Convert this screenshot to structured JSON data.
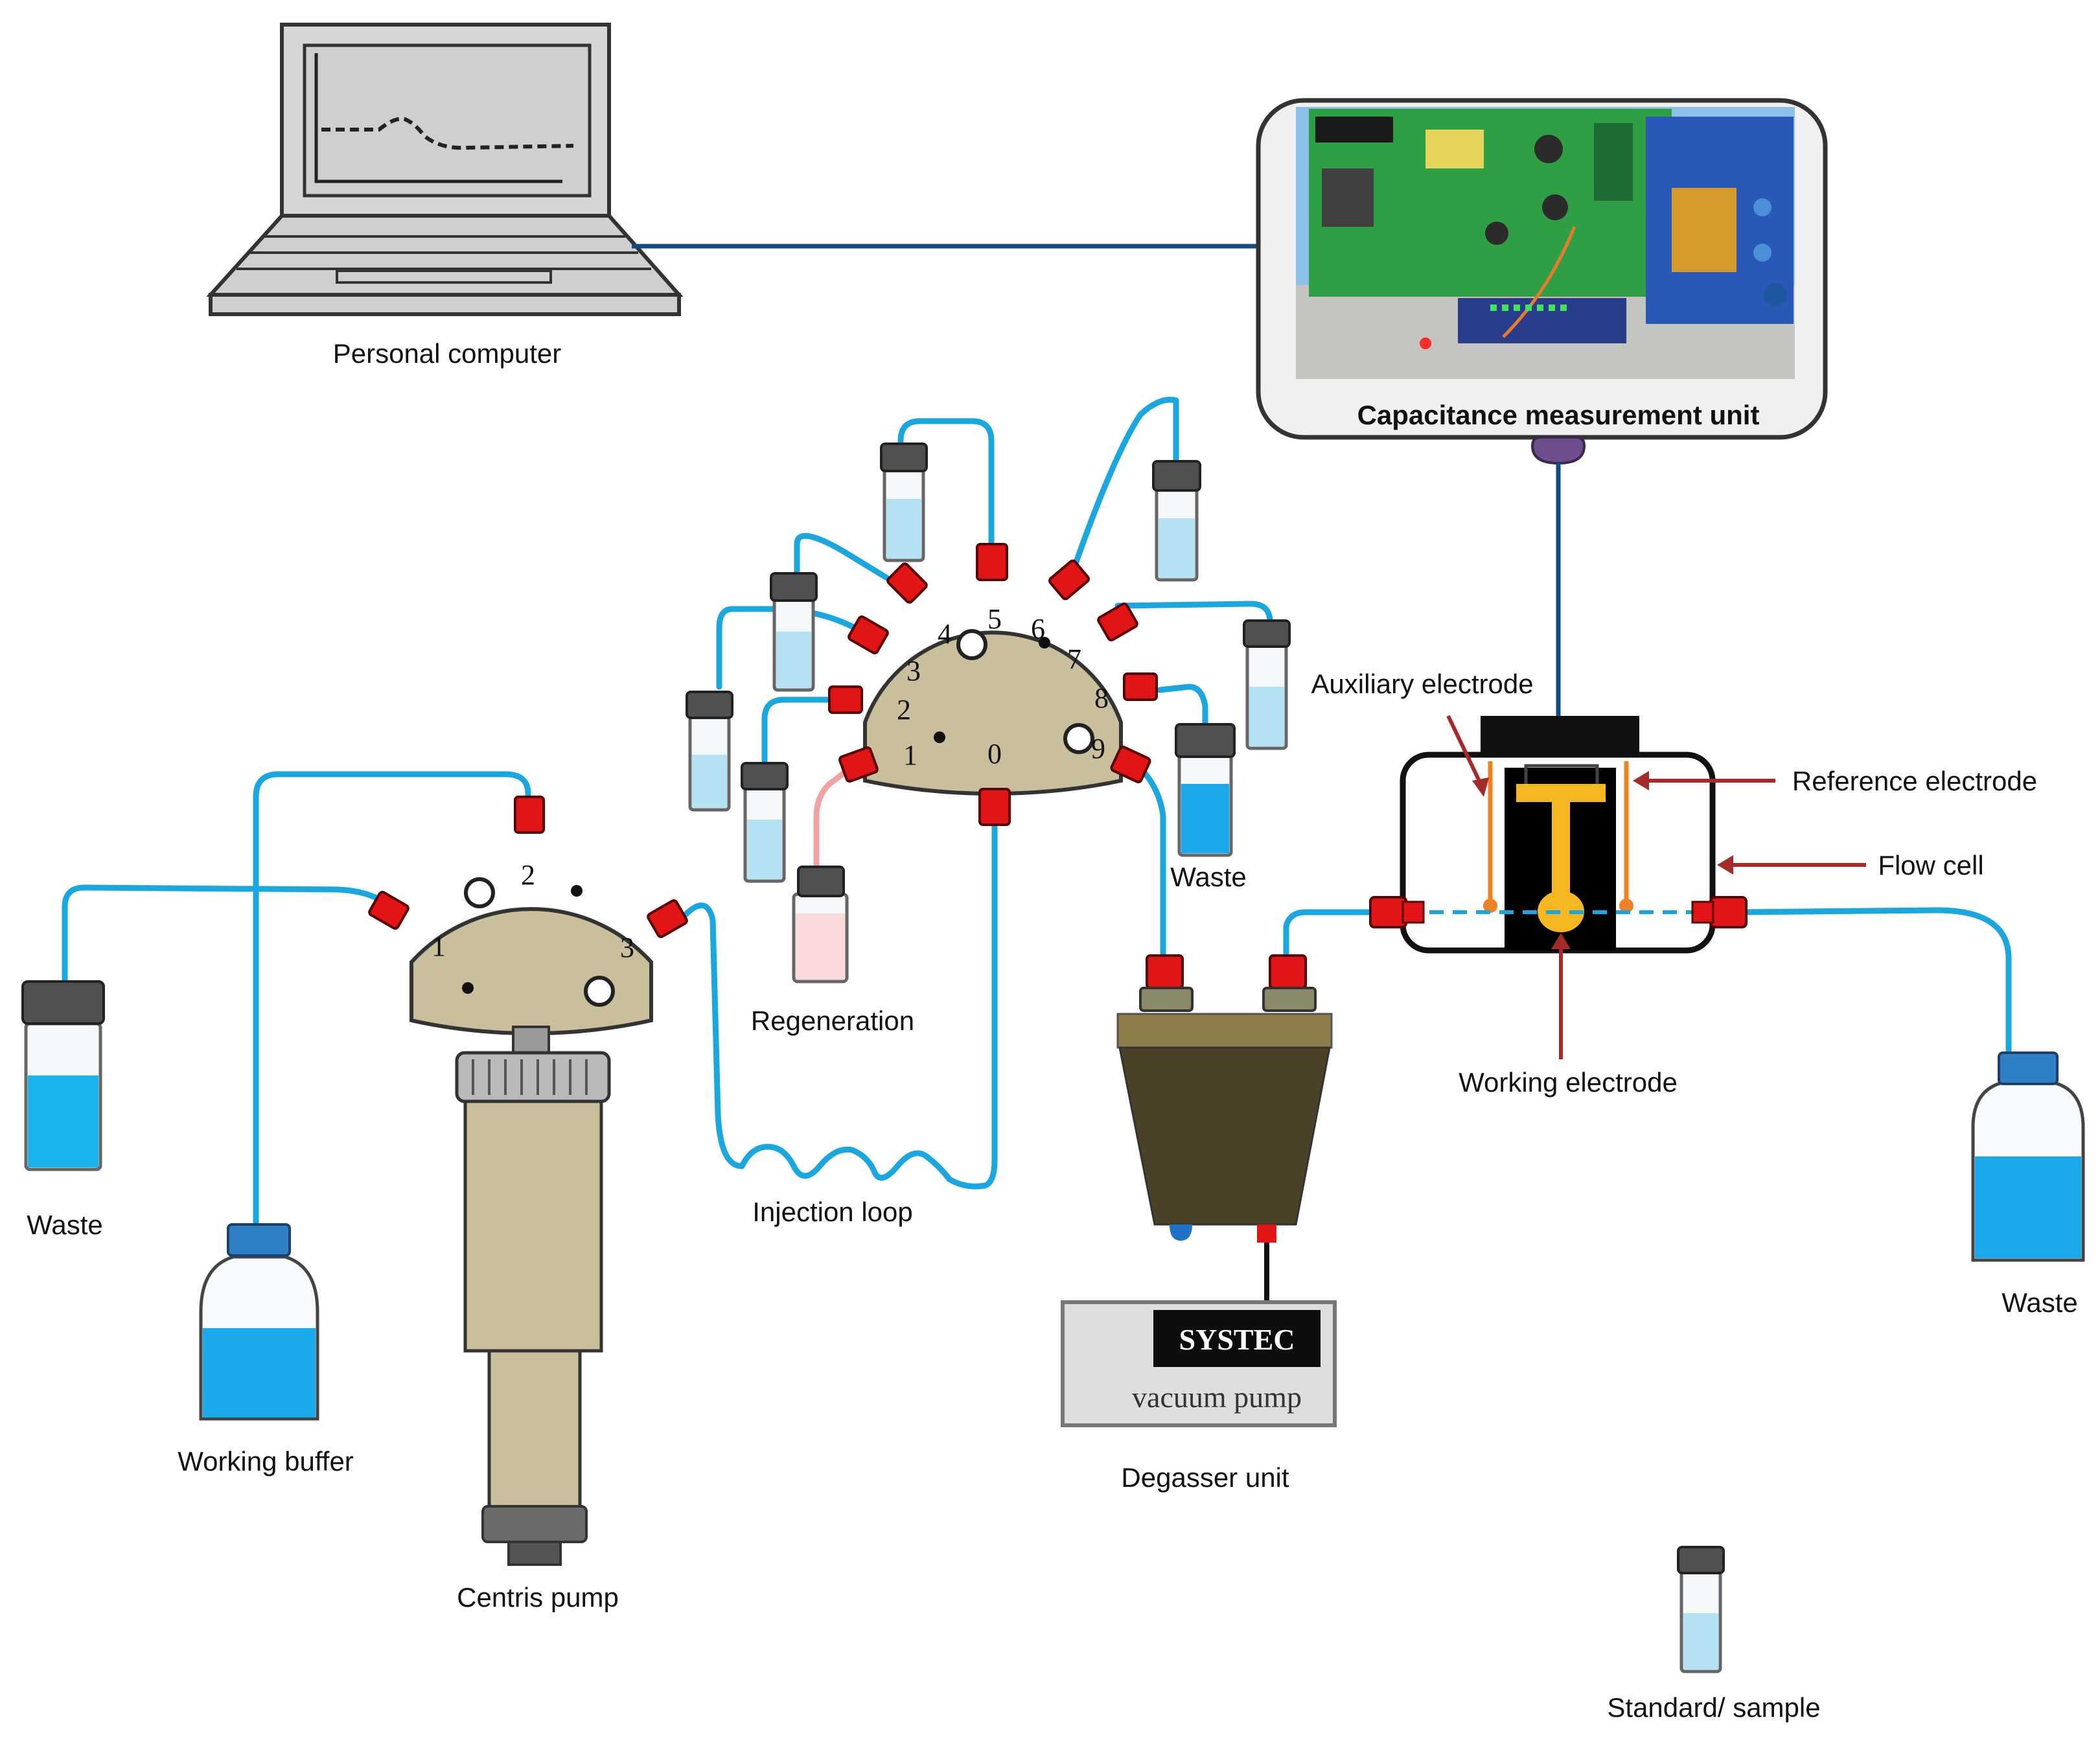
{
  "labels": {
    "personal_computer": "Personal computer",
    "capacitance_unit": "Capacitance measurement unit",
    "auxiliary_electrode": "Auxiliary electrode",
    "reference_electrode": "Reference  electrode",
    "flow_cell": "Flow cell",
    "working_electrode": "Working electrode",
    "waste_left": "Waste",
    "waste_middle": "Waste",
    "waste_right": "Waste",
    "working_buffer": "Working buffer",
    "centris_pump": "Centris pump",
    "injection_loop": "Injection  loop",
    "regeneration": "Regeneration",
    "degasser_unit": "Degasser unit",
    "standard_sample": "Standard/  sample"
  },
  "vacuum_pump": {
    "brand": "SYSTEC",
    "caption": "vacuum pump"
  },
  "valve_small_ports": [
    "1",
    "2",
    "3"
  ],
  "valve_large_ports": [
    "0",
    "1",
    "2",
    "3",
    "4",
    "5",
    "6",
    "7",
    "8",
    "9"
  ],
  "colors": {
    "tubing": "#1aa7e0",
    "fitting": "#e11515",
    "valve_body": "#c9bf9c",
    "electrode_orange": "#f08020",
    "electrode_gold": "#f5b820",
    "annotation_arrow": "#a52a2a",
    "signal_wire": "#0e4d8a",
    "degasser": "#4a4128"
  }
}
